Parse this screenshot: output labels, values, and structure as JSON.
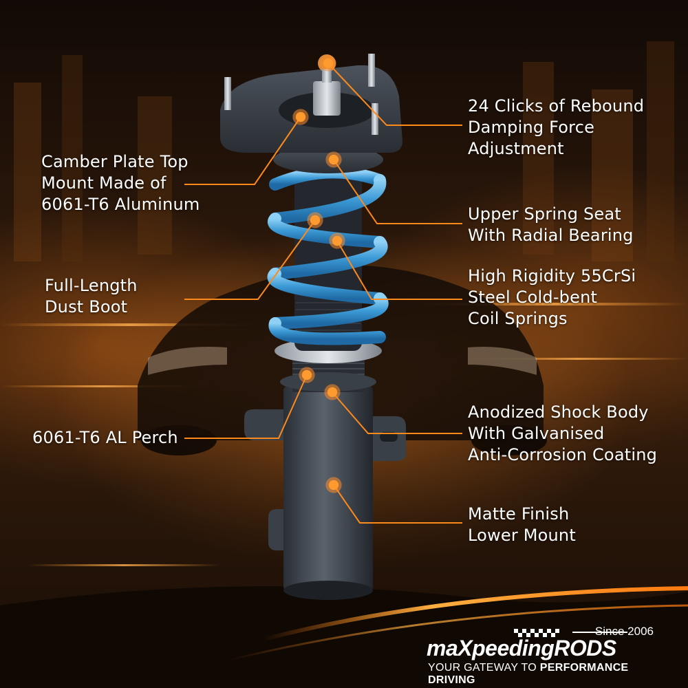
{
  "callouts": [
    {
      "id": "rebound",
      "lines": [
        "24 Clicks of Rebound",
        "Damping Force",
        "Adjustment"
      ]
    },
    {
      "id": "camber",
      "lines": [
        "Camber Plate Top",
        "Mount Made of",
        "6061-T6 Aluminum"
      ]
    },
    {
      "id": "spring-seat",
      "lines": [
        "Upper Spring Seat",
        "With Radial Bearing"
      ]
    },
    {
      "id": "springs",
      "lines": [
        "High Rigidity 55CrSi",
        "Steel Cold-bent",
        "Coil Springs"
      ]
    },
    {
      "id": "dust-boot",
      "lines": [
        "Full-Length",
        "Dust Boot"
      ]
    },
    {
      "id": "perch",
      "lines": [
        "6061-T6 AL Perch"
      ]
    },
    {
      "id": "shock-body",
      "lines": [
        "Anodized Shock Body",
        "With Galvanised",
        "Anti-Corrosion Coating"
      ]
    },
    {
      "id": "lower-mount",
      "lines": [
        "Matte Finish",
        "Lower Mount"
      ]
    }
  ],
  "logo": {
    "since": "Since 2006",
    "brand_prefix": "maX",
    "brand_mid": "peeding",
    "brand_suffix": "RODS",
    "tagline_plain": "YOUR GATEWAY TO ",
    "tagline_bold": "PERFORMANCE DRIVING"
  },
  "colors": {
    "accent": "#ff8a1c",
    "spring": "#4aa8e0",
    "text": "#ffffff"
  },
  "icons": [
    "callout-dot-icon",
    "checkered-flag-icon"
  ]
}
